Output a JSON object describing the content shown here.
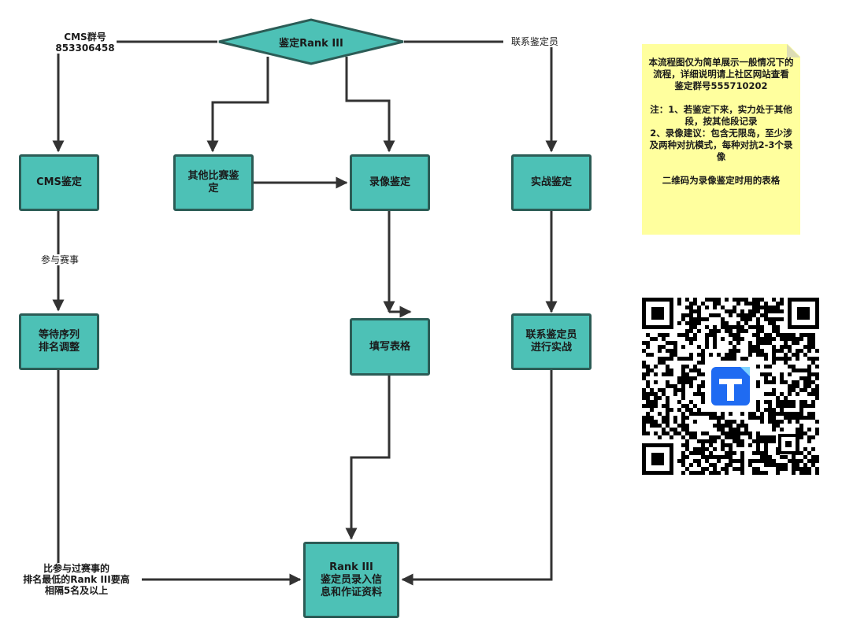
{
  "decision": {
    "label": "鉴定Rank III"
  },
  "boxes": {
    "cms": "CMS鉴定",
    "other_match": "其他比赛鉴\n定",
    "video": "录像鉴定",
    "combat": "实战鉴定",
    "waiting": "等待序列\n排名调整",
    "fill_form": "填写表格",
    "contact": "联系鉴定员\n进行实战",
    "final": "Rank III\n鉴定员录入信\n息和作证资料"
  },
  "edge_labels": {
    "cms_group": "CMS群号\n853306458",
    "contact_judge": "联系鉴定员",
    "join_event": "参与赛事",
    "rank_condition": "比参与过赛事的\n排名最低的Rank III要高\n相隔5名及以上"
  },
  "note": {
    "line1": "本流程图仅为简单展示一般情况下的流程，详细说明请上社区网站查看",
    "line2": "鉴定群号555710202",
    "line3": "注：1、若鉴定下来，实力处于其他段，按其他段记录",
    "line4": "2、录像建议：包含无限岛，至少涉及两种对抗模式，每种对抗2-3个录像",
    "line5": "二维码为录像鉴定时用的表格"
  },
  "qr": {
    "icon": "tencent-docs-icon"
  },
  "colors": {
    "box_fill": "#4dc1b6",
    "box_border": "#2c5c56",
    "arrow": "#333333",
    "note_fill": "#ffff9e",
    "qr_icon": "#1f6bf2"
  }
}
